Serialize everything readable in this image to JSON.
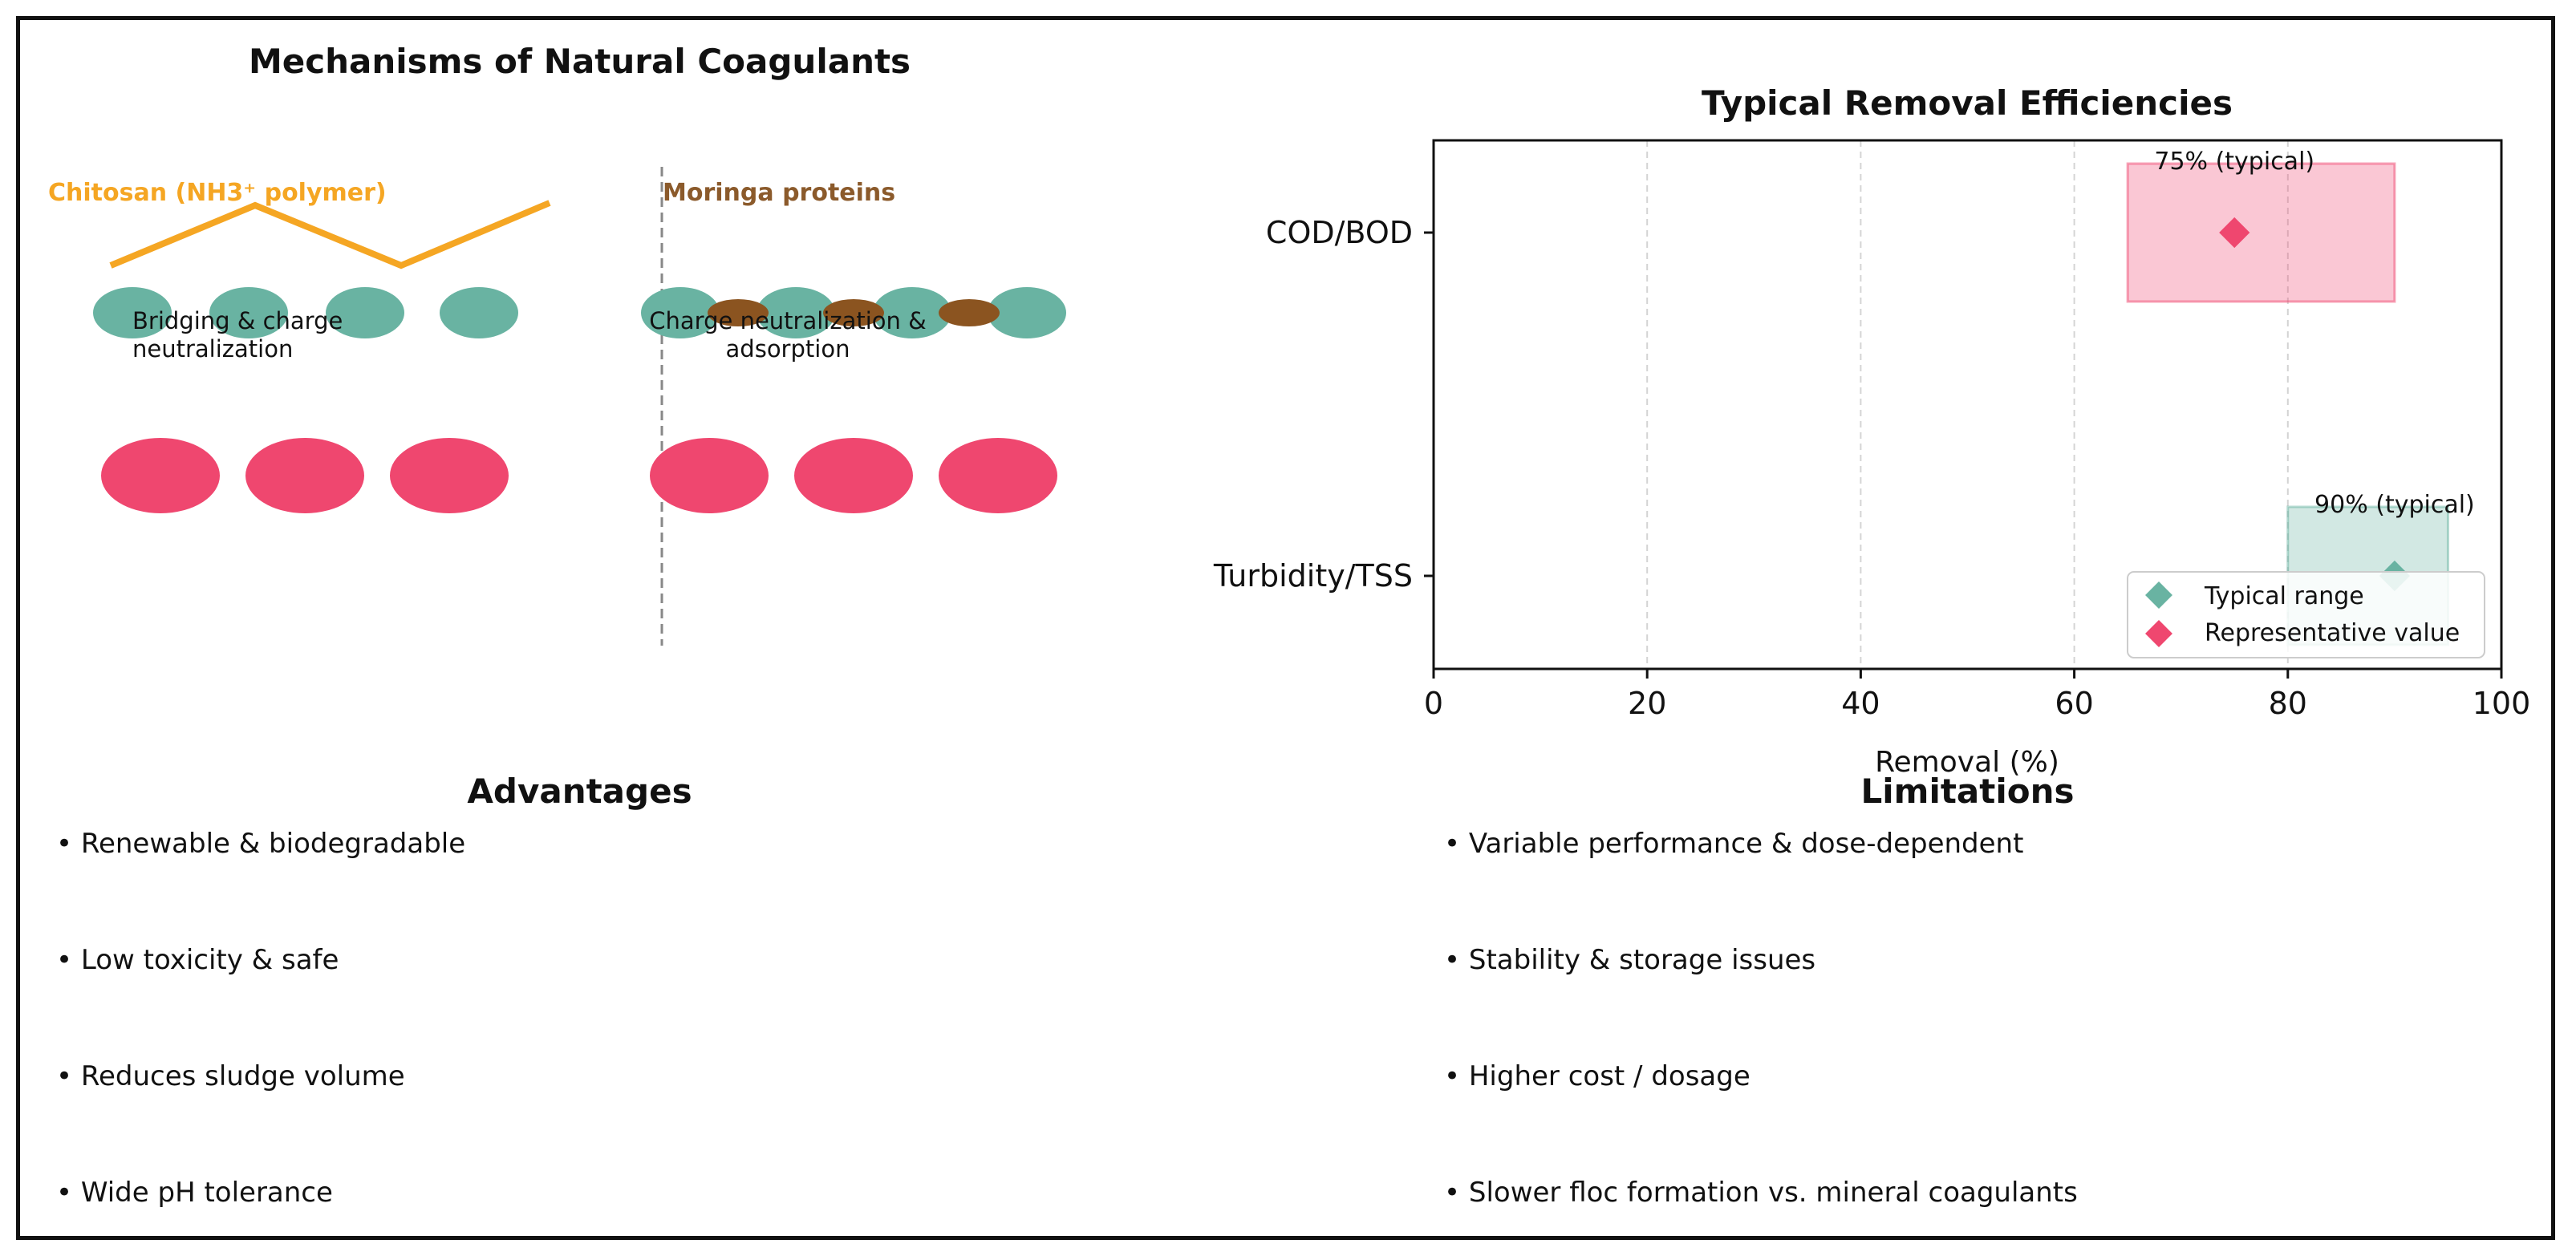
{
  "mechanisms": {
    "title": "Mechanisms of Natural Coagulants",
    "chitosan": {
      "label": "Chitosan (NH3⁺ polymer)",
      "caption_line1": "Bridging & charge",
      "caption_line2": "neutralization"
    },
    "moringa": {
      "label": "Moringa proteins",
      "caption_line1": "Charge neutralization &",
      "caption_line2": "adsorption"
    },
    "colors": {
      "chitosan": "#F5A623",
      "moringa_text": "#8B5A2B",
      "moringa_protein": "#8B5420",
      "small_particle": "#69B3A2",
      "large_particle": "#EF476F"
    }
  },
  "chart_data": {
    "type": "range-scatter",
    "title": "Typical Removal Efficiencies",
    "xlabel": "Removal (%)",
    "ylabel": "",
    "xlim": [
      0,
      100
    ],
    "x_ticks": [
      0,
      20,
      40,
      60,
      80,
      100
    ],
    "categories": [
      "COD/BOD",
      "Turbidity/TSS"
    ],
    "ranges": [
      {
        "category": "COD/BOD",
        "low": 65,
        "high": 90,
        "color": "#EF476F"
      },
      {
        "category": "Turbidity/TSS",
        "low": 80,
        "high": 95,
        "color": "#69B3A2"
      }
    ],
    "representative": [
      {
        "category": "COD/BOD",
        "value": 75,
        "label": "75% (typical)",
        "color": "#EF476F"
      },
      {
        "category": "Turbidity/TSS",
        "value": 90,
        "label": "90% (typical)",
        "color": "#69B3A2"
      }
    ],
    "legend": {
      "placement": "lower-right",
      "entries": [
        {
          "name": "Typical range",
          "color": "#69B3A2"
        },
        {
          "name": "Representative value",
          "color": "#EF476F"
        }
      ]
    },
    "grid": "x-dashed"
  },
  "advantages": {
    "title": "Advantages",
    "items": [
      "• Renewable & biodegradable",
      "• Low toxicity & safe",
      "• Reduces sludge volume",
      "• Wide pH tolerance"
    ]
  },
  "limitations": {
    "title": "Limitations",
    "items": [
      "• Variable performance & dose-dependent",
      "• Stability & storage issues",
      "• Higher cost / dosage",
      "• Slower floc formation vs. mineral coagulants"
    ]
  }
}
